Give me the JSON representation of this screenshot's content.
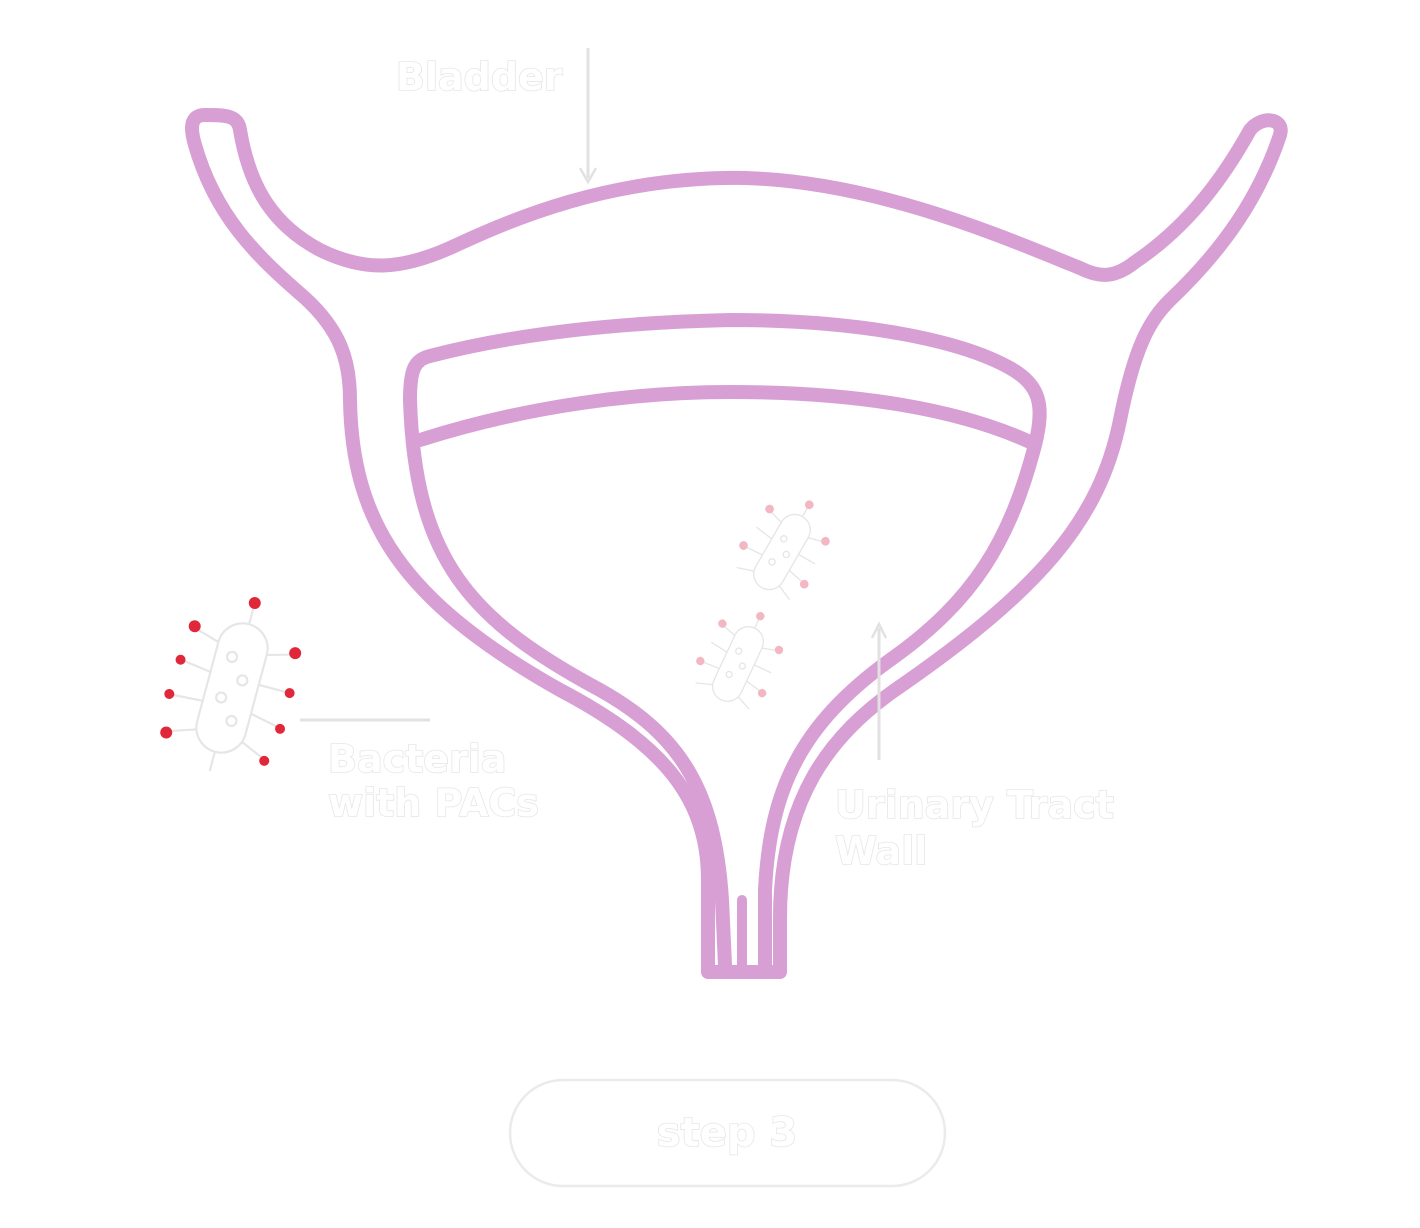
{
  "labels": {
    "bladder": "Bladder",
    "bacteria_line1": "Bacteria",
    "bacteria_line2": "with PACs",
    "wall_line1": "Urinary Tract",
    "wall_line2": "Wall"
  },
  "step_button": {
    "label": "step 3"
  },
  "colors": {
    "bladder_outline": "#d79fd4",
    "pac_tip_strong": "#e0283a",
    "pac_tip_light": "#f2b7c3",
    "label_outline": "#e6e6e6"
  },
  "icons": {
    "bacterium": "bacterium-icon"
  }
}
